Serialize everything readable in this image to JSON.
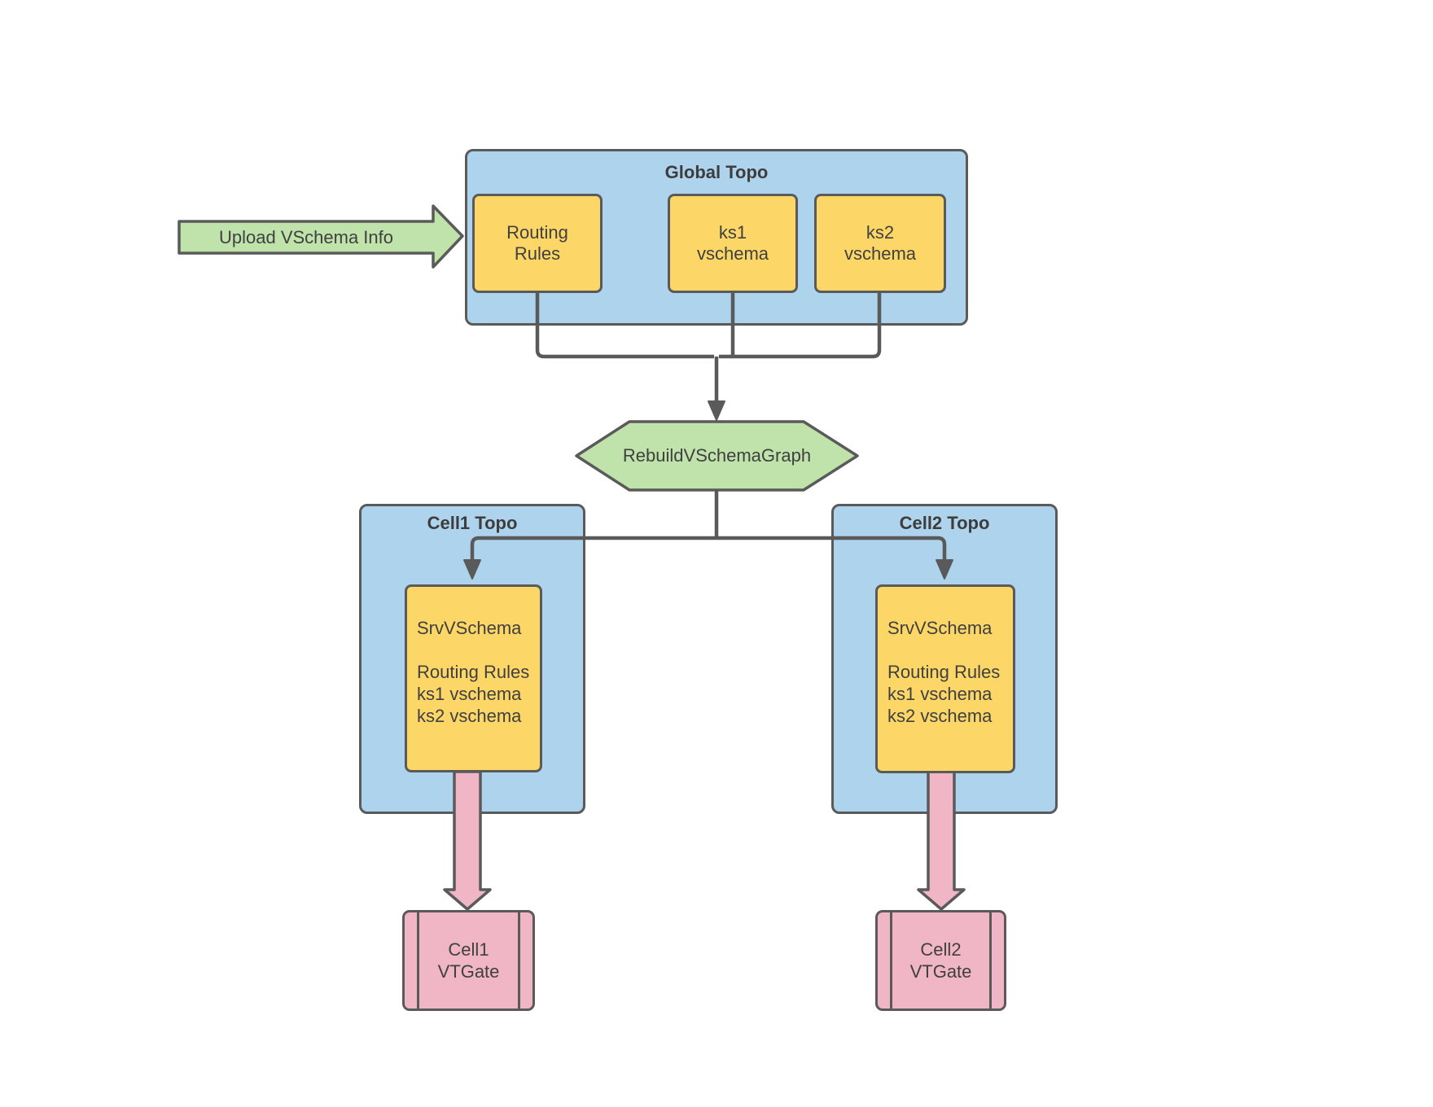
{
  "colors": {
    "topo_box_blue": "#aed3ec",
    "schema_box_yellow": "#fcd666",
    "action_green": "#bfe3aa",
    "vtgate_pink": "#f1b6c5",
    "connector_gray": "#5a5a5a",
    "text_gray": "#404040",
    "background": "#ffffff"
  },
  "upload_arrow": {
    "label": "Upload VSchema Info"
  },
  "global_topo": {
    "title": "Global Topo",
    "boxes": [
      {
        "line1": "Routing",
        "line2": "Rules"
      },
      {
        "line1": "ks1",
        "line2": "vschema"
      },
      {
        "line1": "ks2",
        "line2": "vschema"
      }
    ]
  },
  "rebuild_step": {
    "label": "RebuildVSchemaGraph"
  },
  "cells": [
    {
      "title": "Cell1 Topo",
      "box": {
        "header": "SrvVSchema",
        "items": [
          "Routing Rules",
          "ks1 vschema",
          "ks2 vschema"
        ]
      },
      "vtgate": {
        "line1": "Cell1",
        "line2": "VTGate"
      }
    },
    {
      "title": "Cell2 Topo",
      "box": {
        "header": "SrvVSchema",
        "items": [
          "Routing Rules",
          "ks1 vschema",
          "ks2 vschema"
        ]
      },
      "vtgate": {
        "line1": "Cell2",
        "line2": "VTGate"
      }
    }
  ]
}
